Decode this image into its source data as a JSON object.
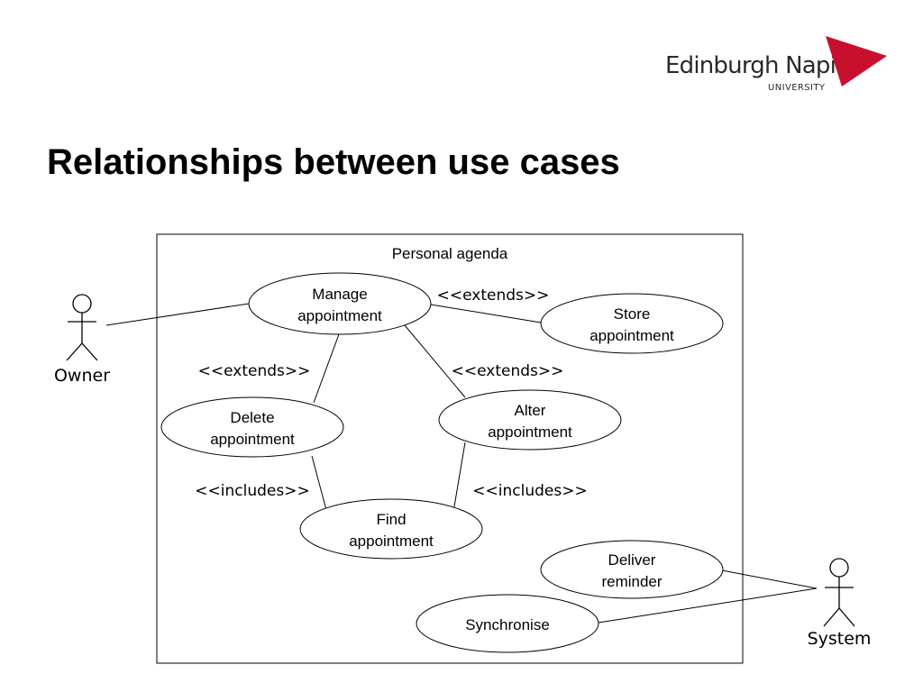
{
  "logo": {
    "name": "Edinburgh Napier",
    "subtitle": "UNIVERSITY",
    "accent_color": "#c8102e"
  },
  "slide": {
    "title": "Relationships between use cases"
  },
  "diagram": {
    "system_name": "Personal agenda",
    "actors": {
      "owner": "Owner",
      "system": "System"
    },
    "use_cases": {
      "manage": [
        "Manage",
        "appointment"
      ],
      "store": [
        "Store",
        "appointment"
      ],
      "delete": [
        "Delete",
        "appointment"
      ],
      "alter": [
        "Alter",
        "appointment"
      ],
      "find": [
        "Find",
        "appointment"
      ],
      "deliver": [
        "Deliver",
        "reminder"
      ],
      "synchronise": [
        "Synchronise"
      ]
    },
    "stereotypes": {
      "manage_store": "<<extends>>",
      "manage_delete": "<<extends>>",
      "manage_alter": "<<extends>>",
      "delete_find": "<<includes>>",
      "alter_find": "<<includes>>"
    }
  }
}
